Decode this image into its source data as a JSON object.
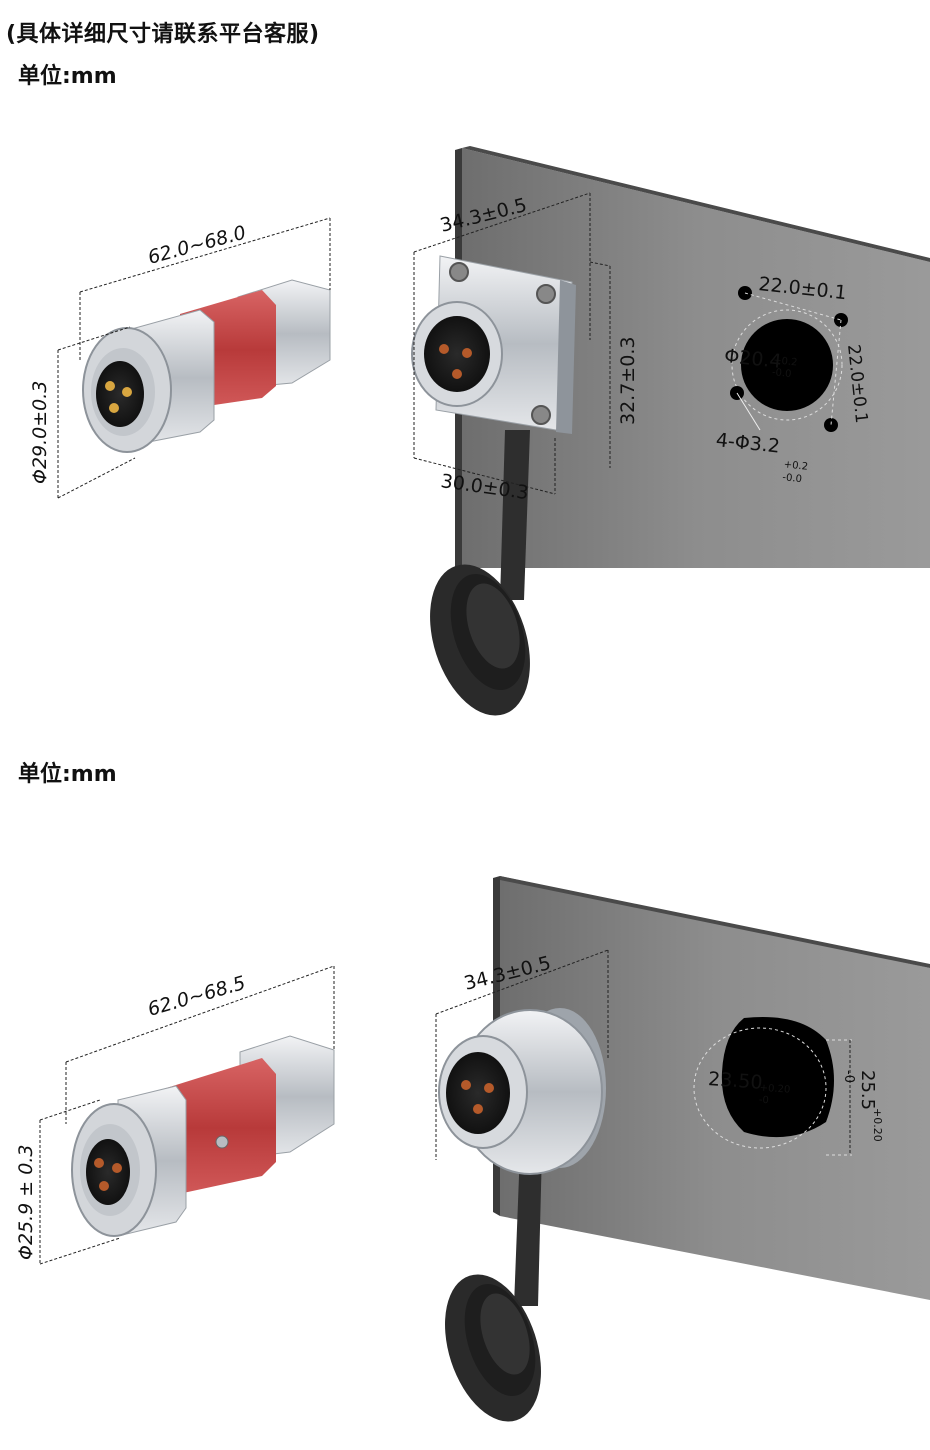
{
  "header": {
    "note": "(具体详细尺寸请联系平台客服)",
    "unit_label_1": "单位:mm",
    "unit_label_2": "单位:mm"
  },
  "section_1": {
    "plug": {
      "length": "62.0~68.0",
      "diameter": "Φ29.0±0.3"
    },
    "socket": {
      "width_top": "34.3±0.5",
      "height": "32.7±0.3",
      "width_bottom": "30.0±0.3"
    },
    "panel": {
      "hole_spacing_h": "22.0±0.1",
      "hole_spacing_v": "22.0±0.1",
      "cutout_main": "Φ20.4",
      "cutout_tol_plus": "+0.2",
      "cutout_tol_minus": "-0.0",
      "mount_holes": "4-Φ3.2",
      "mount_tol_plus": "+0.2",
      "mount_tol_minus": "-0.0"
    }
  },
  "section_2": {
    "plug": {
      "length": "62.0~68.5",
      "diameter": "Φ25.9 ± 0.3"
    },
    "socket": {
      "width_top": "34.3±0.5"
    },
    "panel": {
      "cutout_main": "23.50",
      "cutout_tol_plus": "+0.20",
      "cutout_tol_minus": "-0",
      "flat_height": "25.5",
      "flat_tol_plus": "+0.20",
      "flat_tol_minus": "-0"
    }
  },
  "colors": {
    "plug_red": "#c64646",
    "metal": "#c9cdd2",
    "panel_gray": "#7a7a7a",
    "panel_side": "#3a3a3a",
    "rubber": "#2c2c2c",
    "pin_gold": "#d8a640"
  }
}
